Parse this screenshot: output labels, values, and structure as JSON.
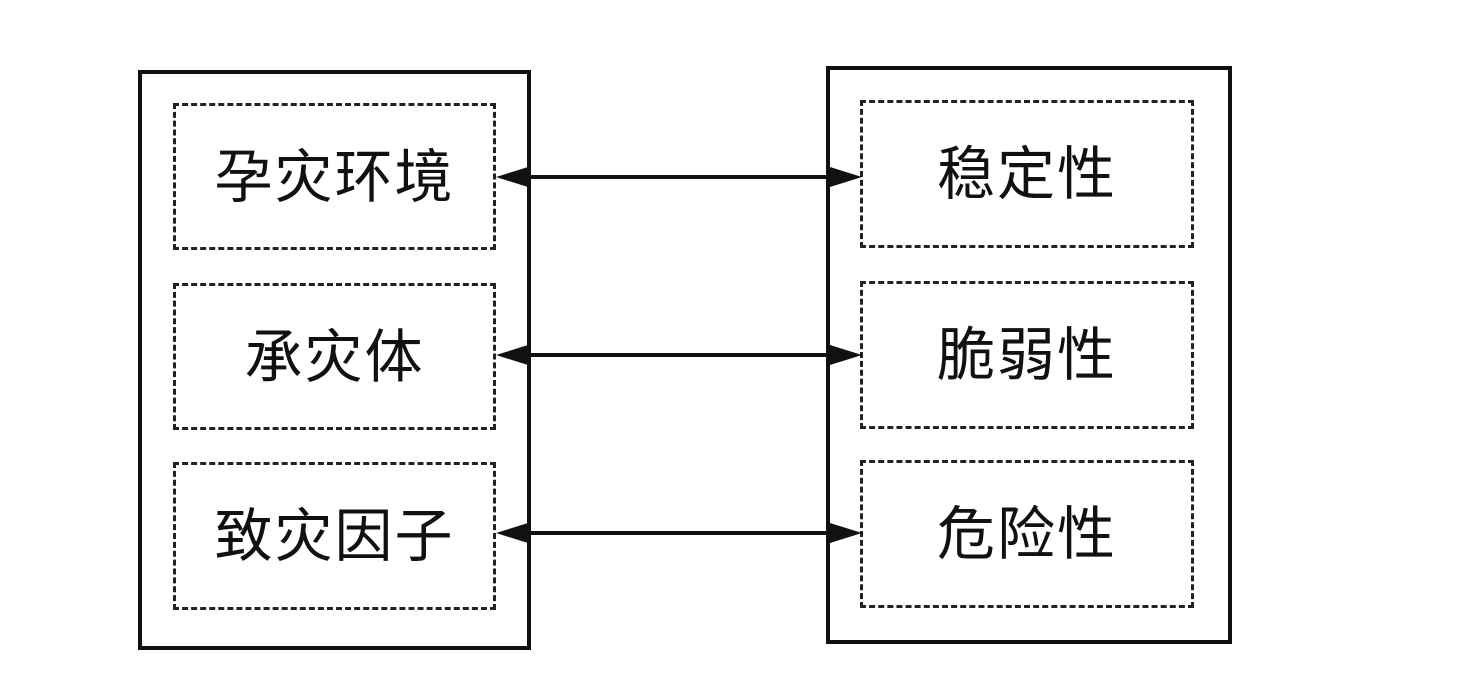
{
  "left_group": {
    "items": [
      {
        "label": "孕灾环境"
      },
      {
        "label": "承灾体"
      },
      {
        "label": "致灾因子"
      }
    ]
  },
  "right_group": {
    "items": [
      {
        "label": "稳定性"
      },
      {
        "label": "脆弱性"
      },
      {
        "label": "危险性"
      }
    ]
  },
  "connections": [
    {
      "from": "孕灾环境",
      "to": "稳定性",
      "direction": "bidirectional"
    },
    {
      "from": "承灾体",
      "to": "脆弱性",
      "direction": "bidirectional"
    },
    {
      "from": "致灾因子",
      "to": "危险性",
      "direction": "bidirectional"
    }
  ],
  "colors": {
    "line": "#111111",
    "background": "#ffffff"
  }
}
